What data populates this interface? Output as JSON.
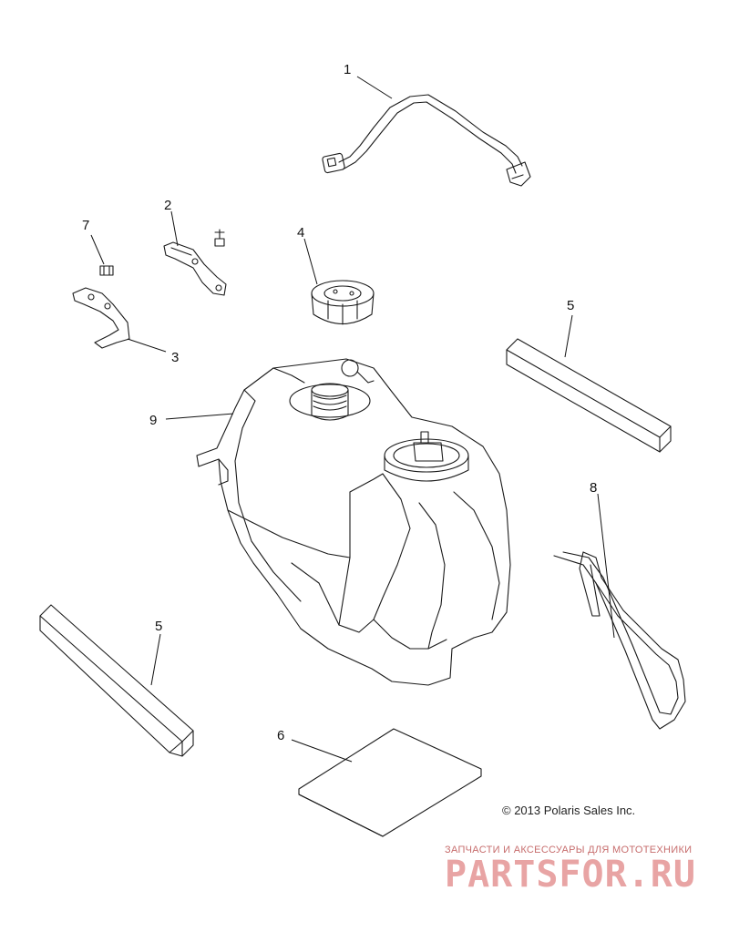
{
  "callouts": {
    "c1": "1",
    "c2": "2",
    "c3": "3",
    "c4": "4",
    "c5a": "5",
    "c5b": "5",
    "c6": "6",
    "c7": "7",
    "c8": "8",
    "c9": "9"
  },
  "copyright": "© 2013 Polaris Sales Inc.",
  "watermark": {
    "subtitle": "ЗАПЧАСТИ И АКСЕССУАРЫ ДЛЯ МОТОТЕХНИКИ",
    "logo": "PARTSFOR.RU"
  }
}
